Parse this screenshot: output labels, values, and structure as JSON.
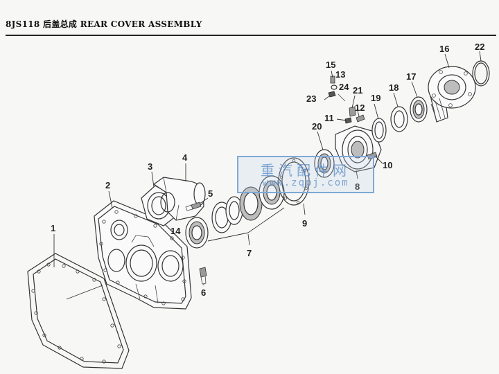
{
  "header": {
    "title": "8JS118 后盖总成 REAR COVER ASSEMBLY"
  },
  "watermark": {
    "cn_text": "重汽配件网",
    "url_text": "www.zqpj.com",
    "color": "#7fa8d6"
  },
  "callouts": {
    "c1": "1",
    "c2": "2",
    "c3": "3",
    "c4": "4",
    "c5": "5",
    "c6": "6",
    "c7": "7",
    "c8": "8",
    "c9": "9",
    "c10": "10",
    "c11": "11",
    "c12": "12",
    "c13": "13",
    "c14": "14",
    "c15": "15",
    "c16": "16",
    "c17": "17",
    "c18": "18",
    "c19": "19",
    "c20": "20",
    "c21": "21",
    "c22": "22",
    "c23": "23",
    "c24": "24"
  }
}
